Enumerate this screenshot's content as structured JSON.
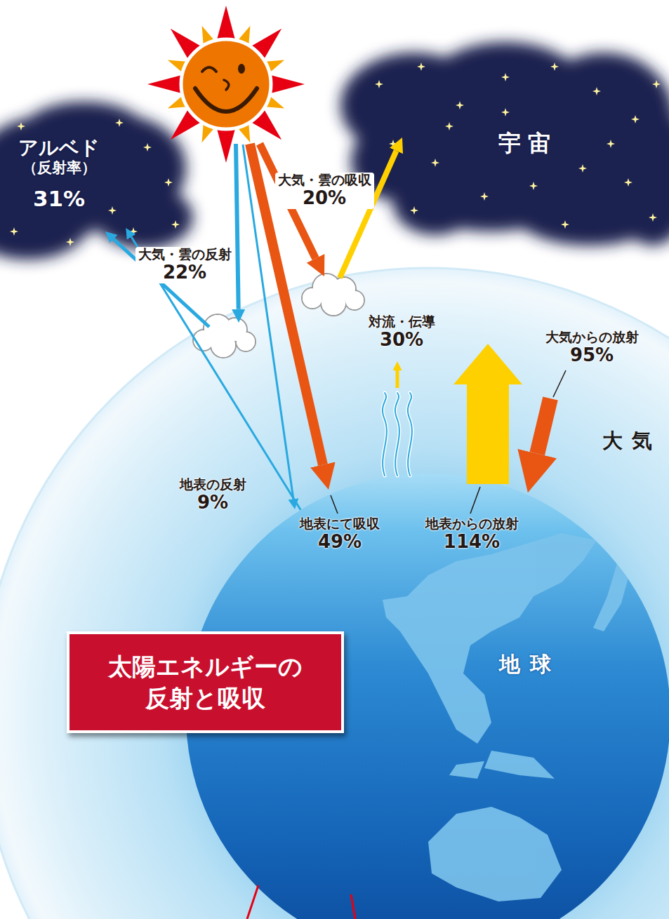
{
  "diagram": {
    "title": "太陽エネルギーの 反射と吸収",
    "nodes": [
      {
        "text": [
          "アルベド （反射率）",
          "31%"
        ]
      },
      {
        "text": [
          "宇宙"
        ]
      },
      {
        "text": [
          "大気"
        ]
      },
      {
        "text": [
          "地球"
        ],
        "in": 2
      }
    ],
    "edges": [
      {
        "from": 3,
        "to": 0,
        "arrow": "to",
        "label": "地表の反射 9%"
      }
    ],
    "labels": [
      "大気・雲の吸収 20%",
      "大気・雲の反射 22%",
      "対流・伝導 30%",
      "大気からの放射 95%",
      "地表にて吸収 49%",
      "地表からの放射 114%"
    ]
  }
}
